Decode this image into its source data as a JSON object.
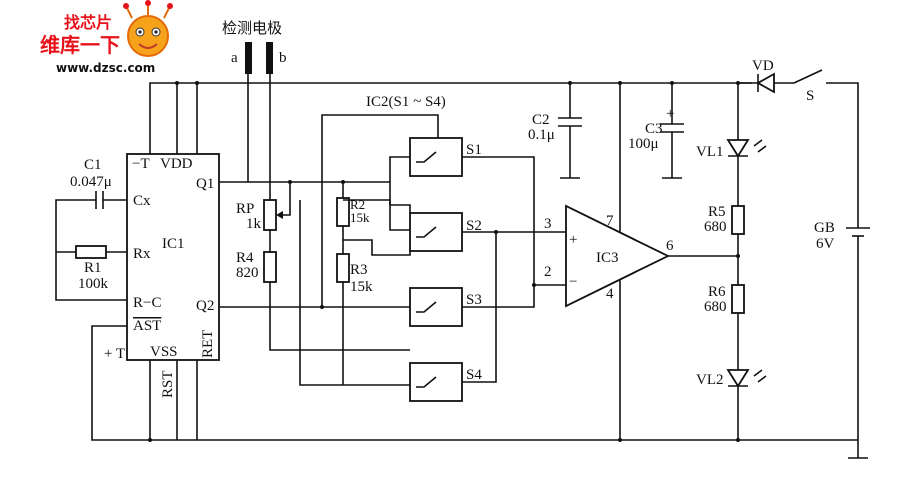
{
  "watermark": {
    "brand_top": "找芯片",
    "brand_main": "维库一下",
    "url": "www.dzsc.com"
  },
  "electrodes": {
    "title": "检测电极",
    "a": "a",
    "b": "b"
  },
  "ic2_label": "IC2(S1 ~ S4)",
  "ic1": {
    "name": "IC1",
    "pins": {
      "t_minus": "−T",
      "vdd": "VDD",
      "cx": "Cx",
      "rx": "Rx",
      "rc": "R−C",
      "ast": "AST",
      "q1": "Q1",
      "q2": "Q2",
      "t_plus": "+ T",
      "vss": "VSS",
      "ret": "RET",
      "rst": "RST"
    }
  },
  "components": {
    "c1": {
      "name": "C1",
      "value": "0.047μ"
    },
    "r1": {
      "name": "R1",
      "value": "100k"
    },
    "rp": {
      "name": "RP",
      "value": "1k"
    },
    "r4": {
      "name": "R4",
      "value": "820"
    },
    "r2": {
      "name": "R2",
      "value": "15k"
    },
    "r3": {
      "name": "R3",
      "value": "15k"
    },
    "c2": {
      "name": "C2",
      "value": "0.1μ"
    },
    "c3": {
      "name": "C3",
      "value": "100μ"
    },
    "vl1": {
      "name": "VL1"
    },
    "vl2": {
      "name": "VL2"
    },
    "r5": {
      "name": "R5",
      "value": "680"
    },
    "r6": {
      "name": "R6",
      "value": "680"
    },
    "vd": {
      "name": "VD"
    },
    "s": {
      "name": "S"
    },
    "gb": {
      "name": "GB",
      "value": "6V"
    }
  },
  "switches": [
    "S1",
    "S2",
    "S3",
    "S4"
  ],
  "ic3": {
    "name": "IC3",
    "pin7": "7",
    "pin3": "3",
    "pin2": "2",
    "pin4": "4",
    "pin6": "6",
    "plus": "+",
    "minus": "−"
  }
}
